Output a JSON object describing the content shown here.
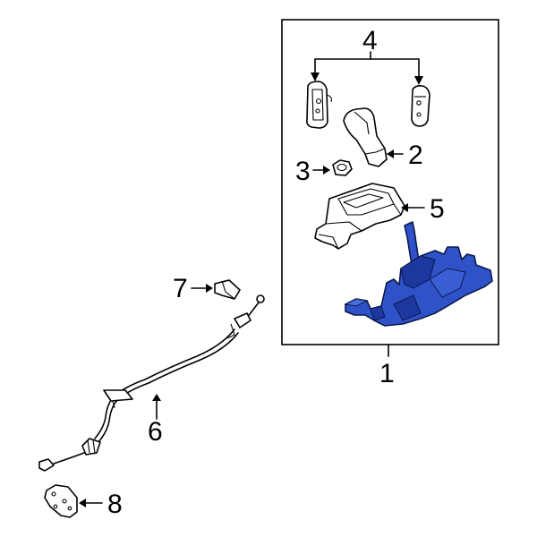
{
  "diagram": {
    "callouts": [
      {
        "id": "1",
        "label": "1"
      },
      {
        "id": "2",
        "label": "2"
      },
      {
        "id": "3",
        "label": "3"
      },
      {
        "id": "4",
        "label": "4"
      },
      {
        "id": "5",
        "label": "5"
      },
      {
        "id": "6",
        "label": "6"
      },
      {
        "id": "7",
        "label": "7"
      },
      {
        "id": "8",
        "label": "8"
      }
    ],
    "colors": {
      "highlight_part": "#2f52c8",
      "highlight_dark": "#1c38a0",
      "line": "#000000",
      "background": "#ffffff"
    }
  }
}
